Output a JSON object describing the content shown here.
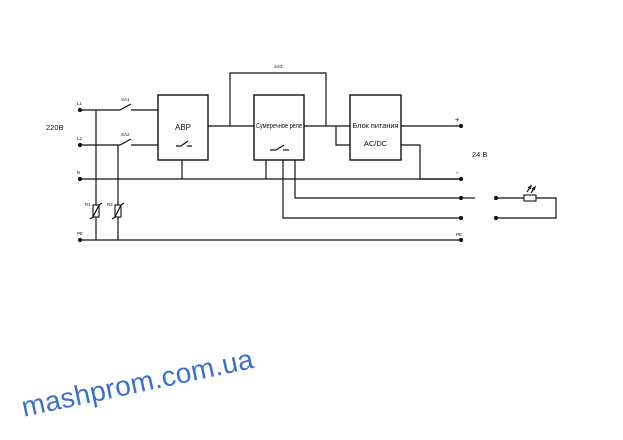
{
  "diagram": {
    "input_voltage": "220В",
    "output_voltage": "24 В",
    "line_labels": {
      "l1": "L1",
      "l2": "L2",
      "n": "N",
      "pe_left": "PE",
      "pe_right": "PE"
    },
    "switches": {
      "sa1": "SA1",
      "sa2": "SA2",
      "sa3": "SA3"
    },
    "varistors": {
      "r1": "R1",
      "r2": "R2"
    },
    "blocks": {
      "avr": "АВР",
      "twilight_relay": "Сумеречное реле",
      "psu_line1": "Блок питания",
      "psu_line2": "AC/DC"
    },
    "output_polarity": {
      "plus": "+",
      "minus": "-"
    }
  },
  "watermark": "mashprom.com.ua"
}
